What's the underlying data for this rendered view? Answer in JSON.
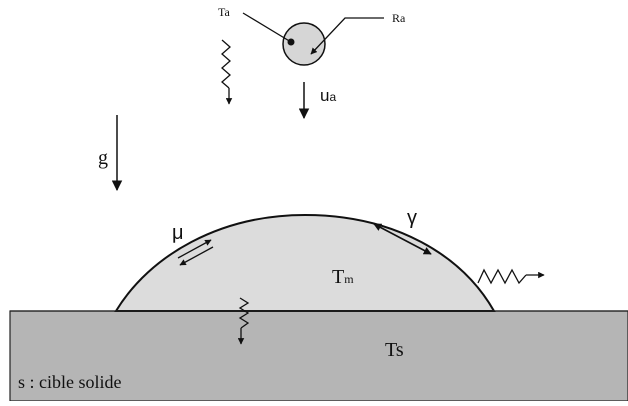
{
  "labels": {
    "ta": "Ta",
    "ra": "Ra",
    "ua_main": "u",
    "ua_sub": "a",
    "g": "g",
    "mu": "μ",
    "gamma": "γ",
    "tm_main": "T",
    "tm_sub": "m",
    "ts": "Ts",
    "caption": "s : cible solide"
  },
  "colors": {
    "droplet_fill": "#dcdcdc",
    "particle_fill": "#d6d6d6",
    "substrate_fill": "#b5b5b5",
    "ink": "#111111"
  },
  "icons": {
    "heat_flux": "zigzag-arrow-icon",
    "velocity": "down-arrow-icon",
    "gravity": "down-arrow-icon",
    "shear": "double-arrow-icon"
  }
}
